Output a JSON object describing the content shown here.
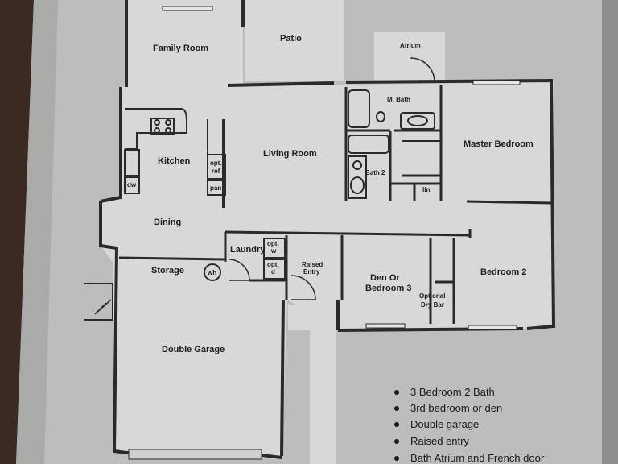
{
  "rooms": {
    "family_room": "Family Room",
    "patio": "Patio",
    "atrium": "Atrium",
    "m_bath": "M. Bath",
    "master_bedroom": "Master Bedroom",
    "kitchen": "Kitchen",
    "living_room": "Living Room",
    "bath2": "Bath 2",
    "lin": "lin.",
    "dining": "Dining",
    "laundry": "Laundry",
    "storage": "Storage",
    "wh": "wh",
    "raised_entry_line1": "Raised",
    "raised_entry_line2": "Entry",
    "den_line1": "Den  Or",
    "den_line2": "Bedroom 3",
    "bedroom2": "Bedroom 2",
    "optional_line1": "Optional",
    "optional_line2": "Dry Bar",
    "double_garage": "Double Garage"
  },
  "fixtures": {
    "dw": "dw",
    "opt_ref_line1": "opt.",
    "opt_ref_line2": "ref",
    "pan": "pan",
    "opt_w_line1": "opt.",
    "opt_w_line2": "w",
    "opt_d_line1": "opt.",
    "opt_d_line2": "d"
  },
  "features": [
    "3 Bedroom 2 Bath",
    "3rd bedroom or den",
    "Double garage",
    "Raised entry",
    "Bath Atrium and French door"
  ],
  "colors": {
    "paper": "#bdbdbb",
    "floor": "#d8d8d6",
    "wall": "#2a2a2a",
    "background_wood": "#3a2a22"
  }
}
